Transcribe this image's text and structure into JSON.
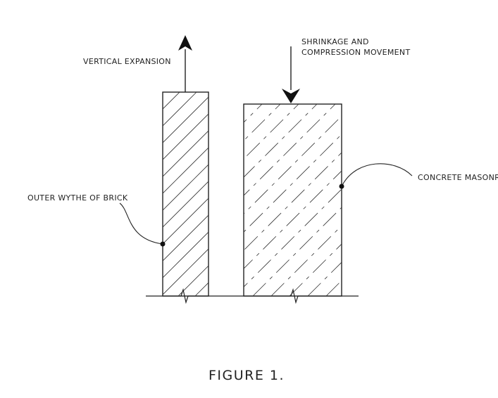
{
  "labels": {
    "vertical_expansion": "VERTICAL EXPANSION",
    "shrinkage_line1": "SHRINKAGE AND",
    "shrinkage_line2": "COMPRESSION MOVEMENT",
    "concrete_masonry": "CONCRETE MASONRY",
    "outer_wythe": "OUTER WYTHE OF BRICK"
  },
  "caption": "FIGURE 1."
}
